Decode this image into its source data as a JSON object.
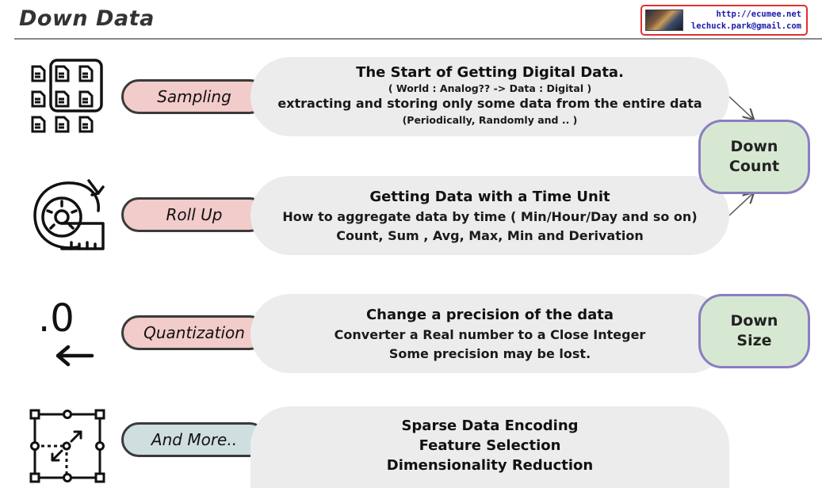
{
  "header": {
    "title": "Down Data",
    "contact_url": "http://ecumee.net",
    "contact_email": "lechuck.park@gmail.com"
  },
  "rows": [
    {
      "label": "Sampling",
      "icon": "document-grid-icon",
      "lines": [
        "The Start of Getting Digital Data.",
        "( World : Analog?? -> Data : Digital )",
        "extracting and storing only some data from the entire data",
        "(Periodically, Randomly and .. )"
      ]
    },
    {
      "label": "Roll Up",
      "icon": "measuring-tape-icon",
      "lines": [
        "Getting Data with a Time Unit",
        "How to aggregate data by time ( Min/Hour/Day and so on)",
        "Count, Sum , Avg, Max, Min and Derivation"
      ]
    },
    {
      "label": "Quantization",
      "icon": "decimal-decrease-icon",
      "icon_text": ".0",
      "lines": [
        "Change a precision of the data",
        "Converter a Real number to a Close Integer",
        "Some precision may be lost."
      ]
    },
    {
      "label": "And More..",
      "icon": "resize-frame-icon",
      "lines": [
        "Sparse Data Encoding",
        "Feature Selection",
        "Dimensionality Reduction"
      ]
    }
  ],
  "outcomes": {
    "count": {
      "line1": "Down",
      "line2": "Count"
    },
    "size": {
      "line1": "Down",
      "line2": "Size"
    }
  },
  "colors": {
    "pill_pink": "#f2cbcb",
    "pill_blue": "#cfdedf",
    "panel": "#ececec",
    "badge_fill": "#d7e8d2",
    "badge_border": "#8a7ec0",
    "contact_border": "#e03030",
    "contact_text": "#1a1aa8"
  }
}
